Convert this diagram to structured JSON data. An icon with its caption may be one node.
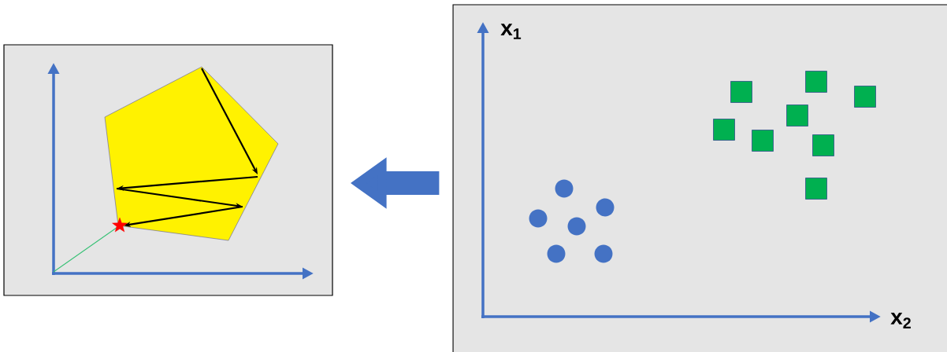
{
  "diagram": {
    "nodes": [
      {
        "text": [],
        "shape": "box"
      },
      {
        "text": [],
        "shape": "box"
      }
    ],
    "edges": [
      {
        "from": 1,
        "to": 0,
        "arrow": "to"
      }
    ],
    "labels": [
      "x$_{1}$",
      "x$_{2}$"
    ]
  }
}
